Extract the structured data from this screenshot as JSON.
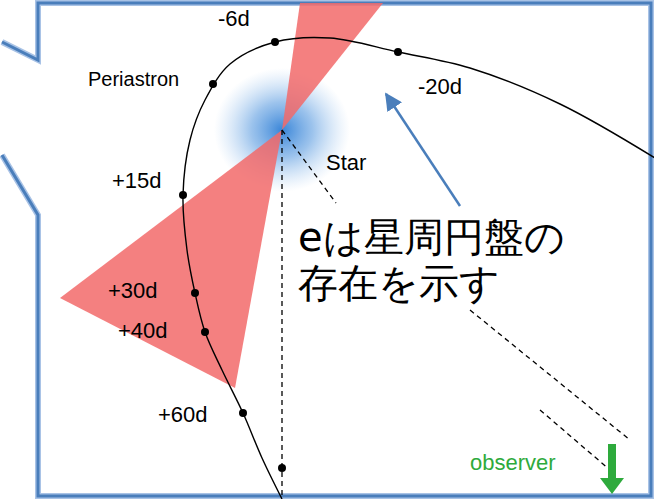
{
  "diagram": {
    "labels": [
      "-6d",
      "Periastron",
      "-20d",
      "Star",
      "+15d",
      "+30d",
      "+40d",
      "+60d",
      "observer",
      "eは星周円盤の 存在を示す"
    ]
  }
}
